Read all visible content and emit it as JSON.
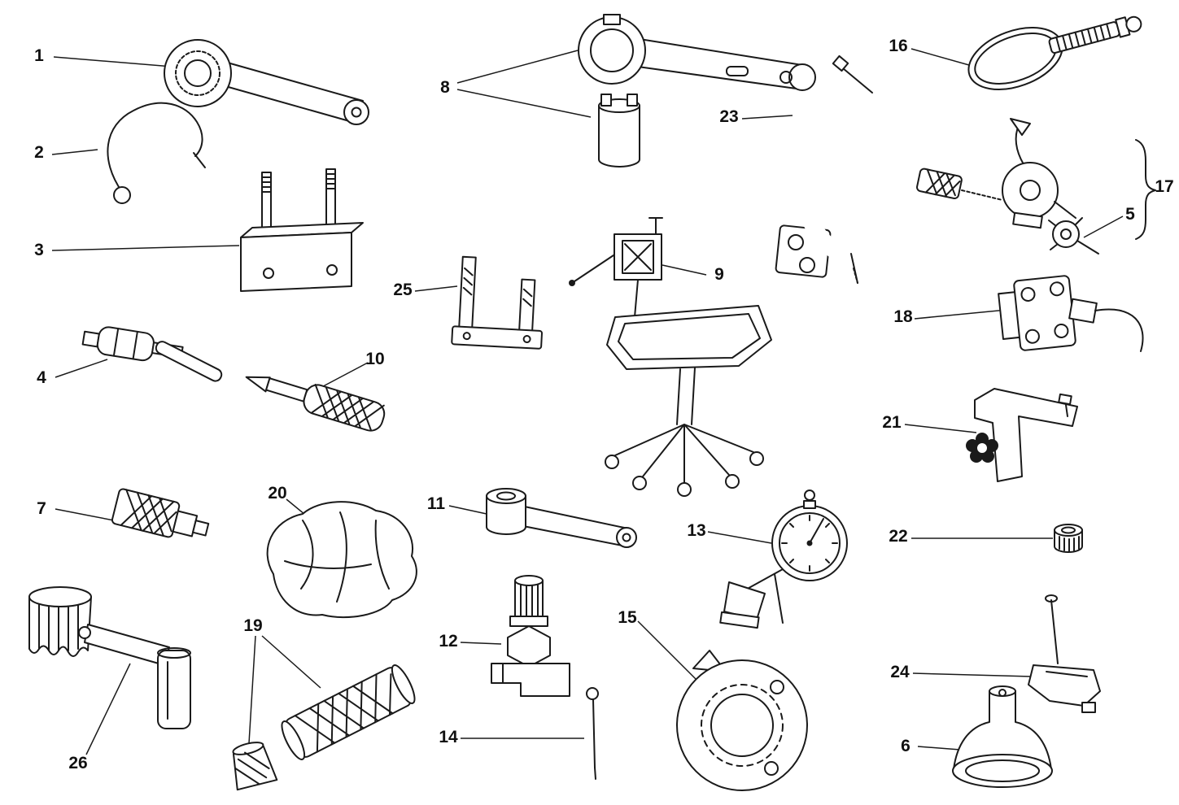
{
  "figure": {
    "background": "#ffffff",
    "line_color": "#1a1a1a",
    "brace_symbol": "}"
  },
  "callouts": [
    {
      "label": "1"
    },
    {
      "label": "2"
    },
    {
      "label": "3"
    },
    {
      "label": "4"
    },
    {
      "label": "5"
    },
    {
      "label": "6"
    },
    {
      "label": "7"
    },
    {
      "label": "8"
    },
    {
      "label": "9"
    },
    {
      "label": "10"
    },
    {
      "label": "11"
    },
    {
      "label": "12"
    },
    {
      "label": "13"
    },
    {
      "label": "14"
    },
    {
      "label": "15"
    },
    {
      "label": "16"
    },
    {
      "label": "17"
    },
    {
      "label": "18"
    },
    {
      "label": "19"
    },
    {
      "label": "20"
    },
    {
      "label": "21"
    },
    {
      "label": "22"
    },
    {
      "label": "23"
    },
    {
      "label": "24"
    },
    {
      "label": "25"
    },
    {
      "label": "26"
    }
  ]
}
